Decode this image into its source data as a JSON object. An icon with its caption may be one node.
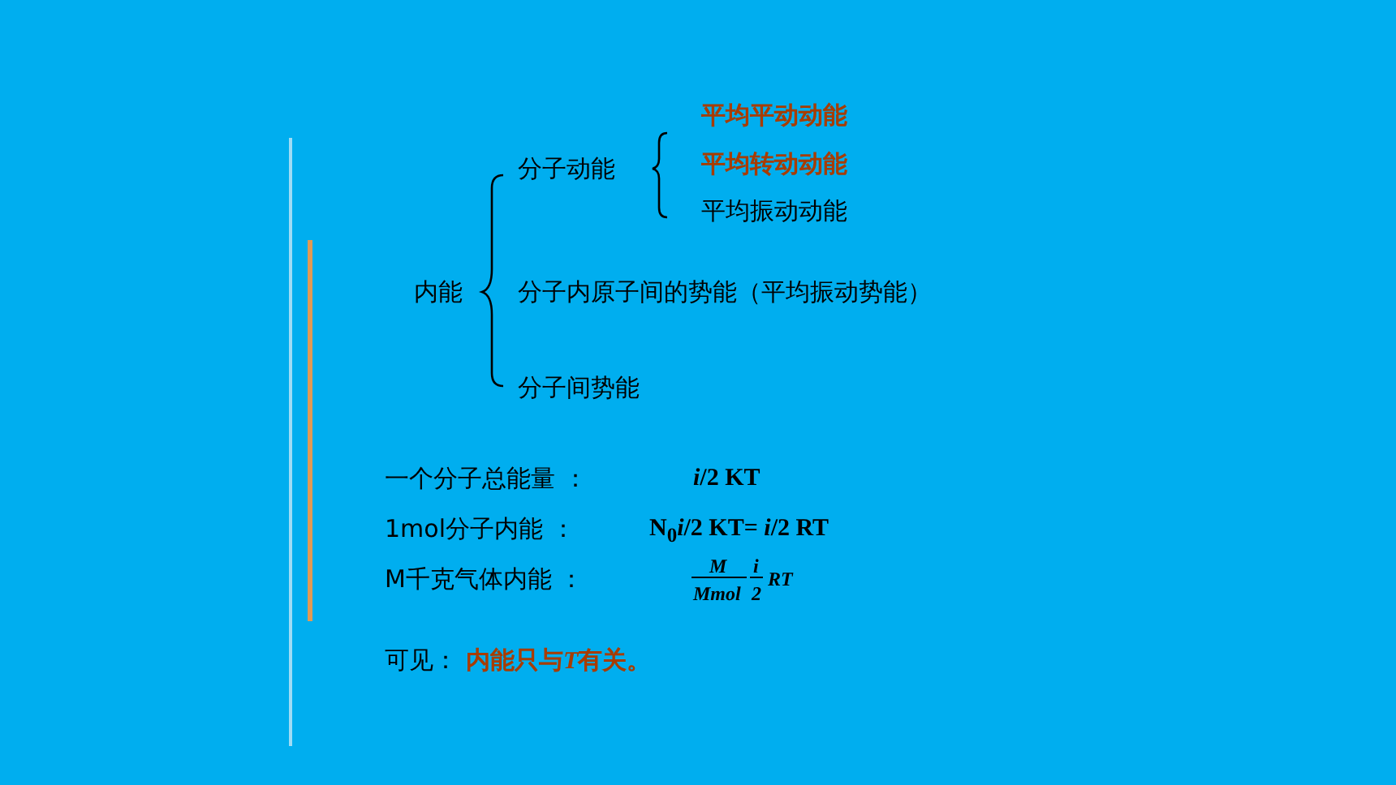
{
  "diagram": {
    "labels": [
      "平均平动动能",
      "分子动能",
      "平均转动动能",
      "平均振动动能",
      "内能",
      "分子内原子间的势能（平均振动势能）",
      "分子间势能",
      "一个分子总能量 ：",
      "*i*/2 KT",
      "1mol分子内能 ：",
      "N$_{0}$*i*/2 KT= *i*/2 RT",
      "M千克气体内能 ：",
      "M",
      "Mmol",
      "i",
      "2",
      "RT",
      "可见：",
      "内能只与T有关。"
    ]
  }
}
